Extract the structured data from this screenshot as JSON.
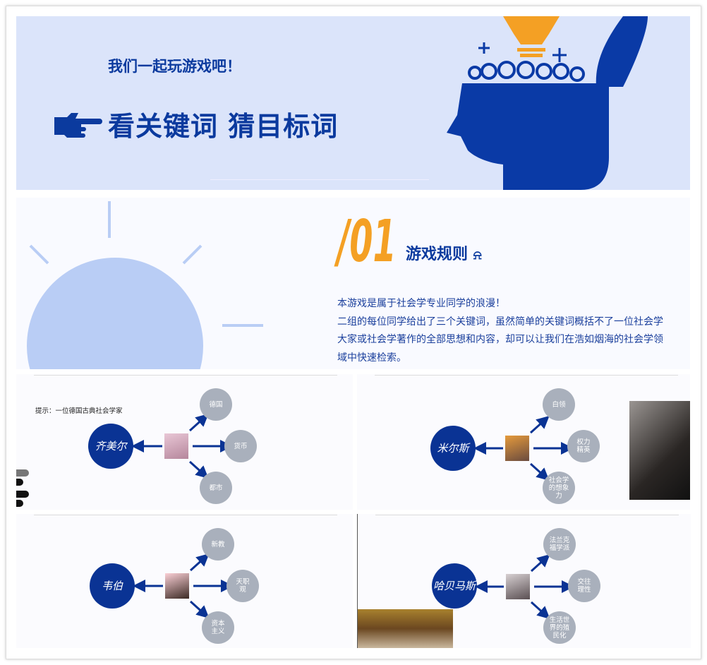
{
  "banner": {
    "subtitle": "我们一起玩游戏吧！",
    "title": "看关键词 猜目标词"
  },
  "rules": {
    "number": "/01",
    "title": "游戏规则",
    "body": "本游戏是属于社会学专业同学的浪漫！\n二组的每位同学给出了三个关键词，虽然简单的关键词概括不了一位社会学大家或社会学著作的全部思想和内容，却可以让我们在浩如烟海的社会学领域中快速检索。"
  },
  "cards": [
    {
      "hint": "提示：一位德国古典社会学家",
      "target": "齐美尔",
      "keywords": [
        "德国",
        "货币",
        "都市"
      ]
    },
    {
      "target": "米尔斯",
      "keywords": [
        "白领",
        "权力精英",
        "社会学的想象力"
      ]
    },
    {
      "target": "韦伯",
      "keywords": [
        "新教",
        "天职观",
        "资本主义"
      ]
    },
    {
      "target": "哈贝马斯",
      "keywords": [
        "法兰克福学派",
        "交往理性",
        "生活世界的殖民化"
      ]
    }
  ],
  "colors": {
    "accent": "#0a3394",
    "orange": "#f4a024",
    "bubble": "#a9b0bc",
    "banner": "#dbe4fa"
  }
}
